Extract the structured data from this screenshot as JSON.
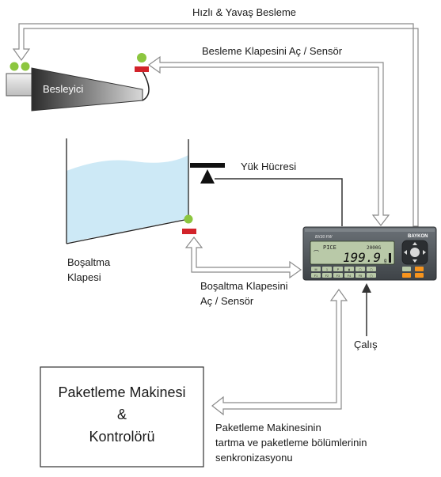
{
  "labels": {
    "fast_slow_feed": "Hızlı & Yavaş Besleme",
    "feed_gate": "Besleme Klapesini Aç / Sensör",
    "feeder": "Besleyici",
    "load_cell": "Yük Hücresi",
    "discharge_gate_line1": "Boşaltma",
    "discharge_gate_line2": "Klapesi",
    "discharge_sensor_line1": "Boşaltma Klapesini",
    "discharge_sensor_line2": "Aç / Sensör",
    "run": "Çalış",
    "sync_line1": "Paketleme Makinesinin",
    "sync_line2": "tartma ve paketleme bölümlerinin",
    "sync_line3": "senkronizasyonu"
  },
  "packaging_box": {
    "line1": "Paketleme Makinesi",
    "line2": "&",
    "line3": "Kontrolörü"
  },
  "indicator": {
    "model": "BX30 FW",
    "brand": "BAYKON",
    "display_left": "PICE",
    "display_right": "2000G",
    "display_value": "199.9",
    "display_unit": "g",
    "keypad_row1": [
      "M",
      "1",
      "P",
      "▮",
      "▢",
      "▢"
    ],
    "keypad_row2": [
      "F1",
      "F2",
      "F3",
      "F4",
      "F5",
      "▢"
    ]
  },
  "colors": {
    "sensor_green": "#8cc63f",
    "gate_red": "#d2232a",
    "liquid": "#cde9f6",
    "indicator_body": "#5a6066",
    "lcd": "#b9c9a8",
    "arrow_outline": "#8a8a8a",
    "key_orange": "#f7941d"
  }
}
